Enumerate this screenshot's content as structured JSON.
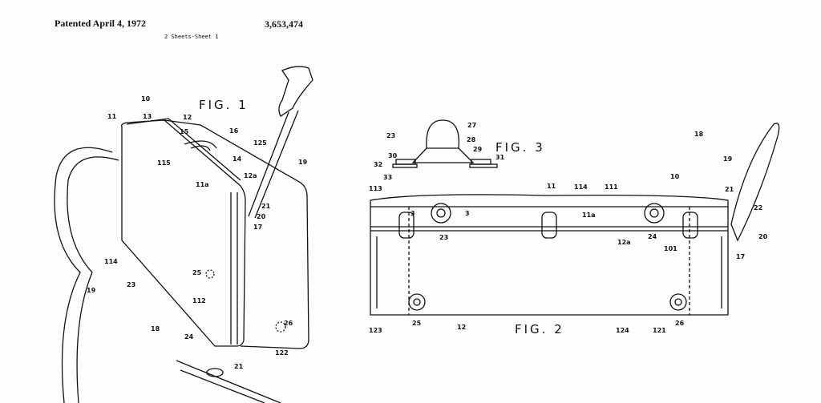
{
  "header": {
    "patented": "Patented  April 4, 1972",
    "patent_number": "3,653,474",
    "sheets": "2 Sheets-Sheet 1"
  },
  "figures": {
    "fig1": "FIG. 1",
    "fig2": "FIG. 2",
    "fig3": "FIG. 3"
  },
  "fig1_labels": [
    "10",
    "11",
    "13",
    "12",
    "15",
    "16",
    "125",
    "115",
    "14",
    "19",
    "11a",
    "12a",
    "21",
    "20",
    "17",
    "114",
    "23",
    "25",
    "19",
    "112",
    "18",
    "24",
    "26",
    "122",
    "21"
  ],
  "fig3_labels": [
    "23",
    "27",
    "28",
    "29",
    "30",
    "31",
    "32",
    "33"
  ],
  "fig2_labels": [
    "10",
    "11",
    "114",
    "111",
    "113",
    "18",
    "19",
    "21",
    "22",
    "3",
    "3",
    "11a",
    "23",
    "24",
    "12a",
    "101",
    "20",
    "17",
    "123",
    "25",
    "12",
    "124",
    "121",
    "26"
  ]
}
